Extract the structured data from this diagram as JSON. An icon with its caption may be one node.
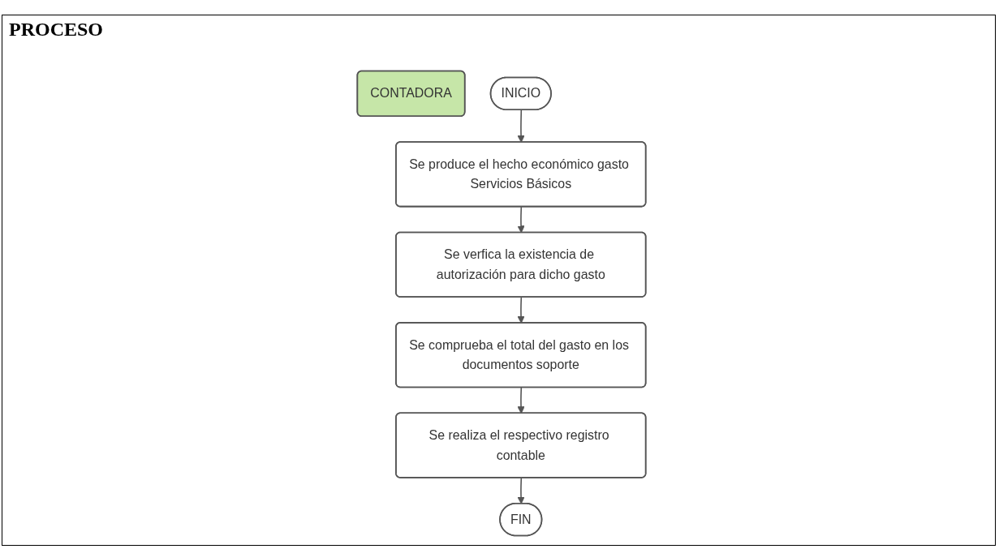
{
  "diagram": {
    "title": "PROCESO",
    "nodes": [
      {
        "text": [
          "CONTADORA"
        ]
      },
      {
        "text": [
          "INICIO"
        ]
      },
      {
        "text": [
          "Se produce el hecho económico gasto Servicios Básicos"
        ]
      },
      {
        "text": [
          "Se verfica la existencia de autorización para dicho gasto"
        ]
      },
      {
        "text": [
          "Se comprueba el total del gasto en los documentos soporte"
        ]
      },
      {
        "text": [
          "Se realiza el respectivo registro contable"
        ]
      },
      {
        "text": [
          "FIN"
        ]
      }
    ],
    "edges": [
      {
        "from": 1,
        "to": 2,
        "arrow": "to"
      },
      {
        "from": 2,
        "to": 3,
        "arrow": "to"
      },
      {
        "from": 3,
        "to": 4,
        "arrow": "to"
      },
      {
        "from": 4,
        "to": 5,
        "arrow": "to"
      },
      {
        "from": 5,
        "to": 6,
        "arrow": "to"
      }
    ]
  }
}
